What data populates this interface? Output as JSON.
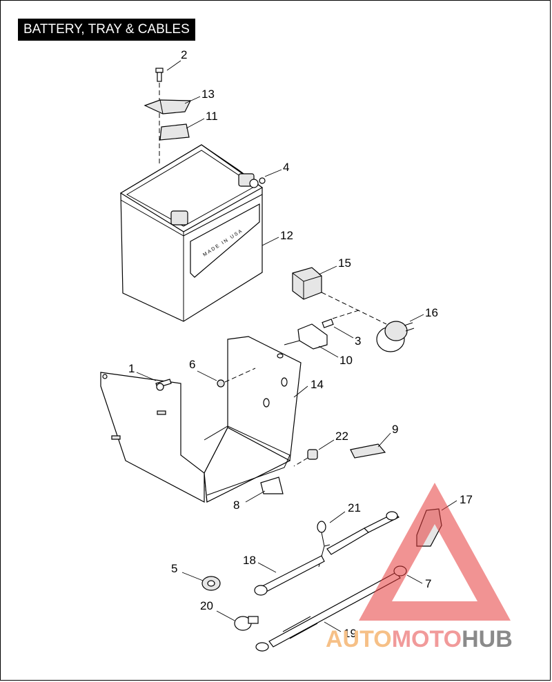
{
  "header": {
    "title": "BATTERY, TRAY & CABLES"
  },
  "callouts": [
    {
      "id": "2",
      "label": "2"
    },
    {
      "id": "13",
      "label": "13"
    },
    {
      "id": "11",
      "label": "11"
    },
    {
      "id": "4",
      "label": "4"
    },
    {
      "id": "12",
      "label": "12"
    },
    {
      "id": "15",
      "label": "15"
    },
    {
      "id": "16",
      "label": "16"
    },
    {
      "id": "3",
      "label": "3"
    },
    {
      "id": "10",
      "label": "10"
    },
    {
      "id": "1",
      "label": "1"
    },
    {
      "id": "6",
      "label": "6"
    },
    {
      "id": "14",
      "label": "14"
    },
    {
      "id": "22",
      "label": "22"
    },
    {
      "id": "9",
      "label": "9"
    },
    {
      "id": "8",
      "label": "8"
    },
    {
      "id": "17",
      "label": "17"
    },
    {
      "id": "21",
      "label": "21"
    },
    {
      "id": "18",
      "label": "18"
    },
    {
      "id": "5",
      "label": "5"
    },
    {
      "id": "7",
      "label": "7"
    },
    {
      "id": "20",
      "label": "20"
    },
    {
      "id": "19",
      "label": "19"
    }
  ],
  "battery": {
    "case_text": "MADE IN USA"
  },
  "watermark": {
    "part1": "AUTO",
    "part2": "MOTO",
    "part3": "HUB",
    "colors": {
      "part1": "#f6c087",
      "part2": "#f19a9a",
      "part3": "#8a8a8a",
      "triangle": "#e53a3a"
    }
  }
}
